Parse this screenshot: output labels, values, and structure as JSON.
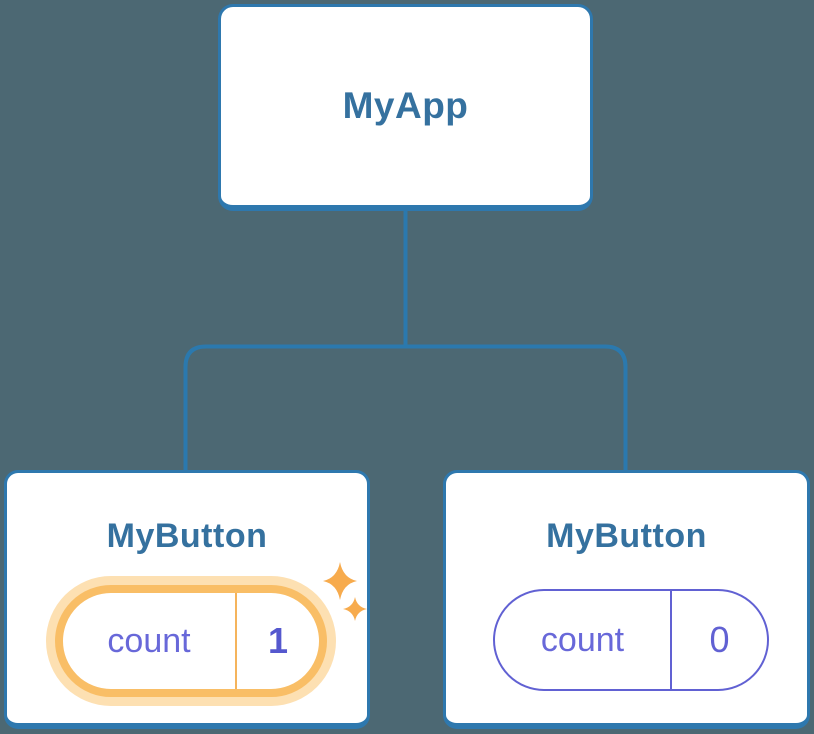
{
  "diagram": {
    "root": {
      "label": "MyApp"
    },
    "children": [
      {
        "label": "MyButton",
        "state": {
          "name": "count",
          "value": "1"
        },
        "highlighted": true
      },
      {
        "label": "MyButton",
        "state": {
          "name": "count",
          "value": "0"
        },
        "highlighted": false
      }
    ]
  },
  "colors": {
    "background": "#4c6873",
    "node_border": "#2e78ae",
    "connector_line": "#2b79ae",
    "node_title_text": "#35719f",
    "state_text": "#6161d3",
    "highlight_border": "#f9be66",
    "highlight_glow": "#fde0b2",
    "highlight_divider": "#f5b45c",
    "sparkle": "#f7ab4d"
  }
}
